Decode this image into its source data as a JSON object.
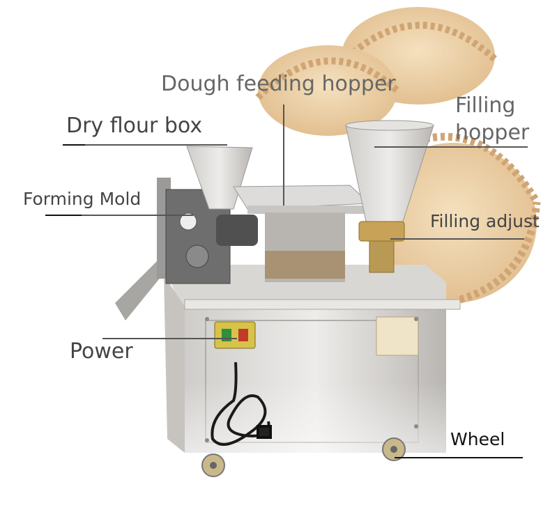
{
  "labels": {
    "dough_feeding_hopper": "Dough feeding hopper",
    "dry_flour_box": "Dry flour box",
    "filling_hopper_line1": "Filling",
    "filling_hopper_line2": "hopper",
    "forming_mold": "Forming Mold",
    "filling_adjust": "Filling adjust",
    "power": "Power",
    "wheel": "Wheel"
  },
  "colors": {
    "steel_light": "#e6e4e2",
    "steel_mid": "#bfbcb8",
    "steel_dark": "#8f8c88",
    "pastry": "#e7c79a",
    "pastry_dark": "#c99a5f",
    "label_gray": "#666666",
    "label_dark": "#111111"
  }
}
